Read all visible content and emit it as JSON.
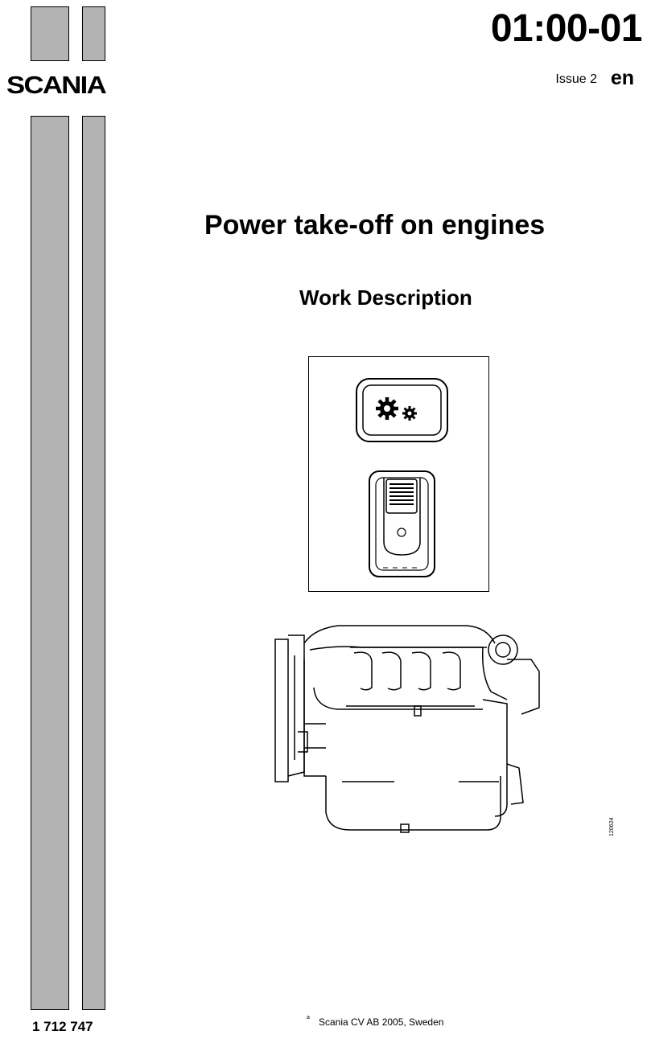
{
  "brand": {
    "logo_text": "SCANIA"
  },
  "header": {
    "doc_number": "01:00-01",
    "issue": "Issue 2",
    "language": "en"
  },
  "main": {
    "title": "Power take-off on engines",
    "subtitle": "Work Description"
  },
  "figures": {
    "panel_icon": "gear-pair-icon",
    "switch_icon": "rocker-switch-icon",
    "engine_icon": "engine-outline-icon",
    "figure_id": "120624"
  },
  "footer": {
    "part_number": "1 712 747",
    "copyright_mark": "a",
    "copyright": "Scania CV AB 2005, Sweden"
  }
}
